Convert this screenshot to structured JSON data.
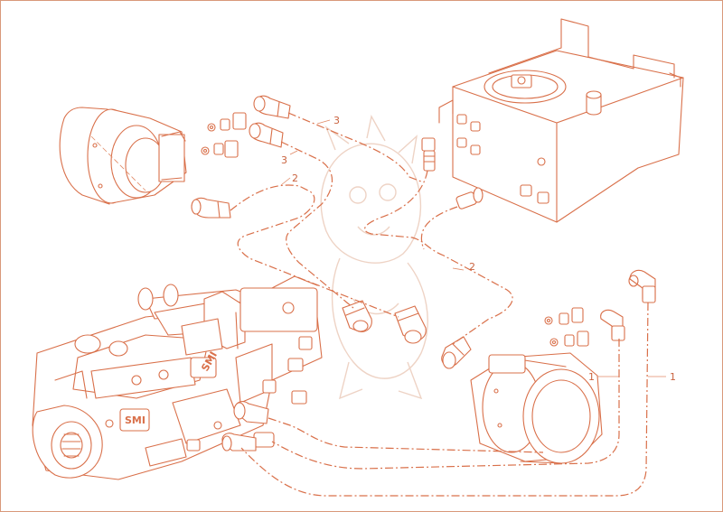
{
  "diagram": {
    "line_color": "#d9704a",
    "callouts": [
      "3",
      "3",
      "2",
      "2",
      "1",
      "1"
    ],
    "logo_text": "SMI"
  }
}
